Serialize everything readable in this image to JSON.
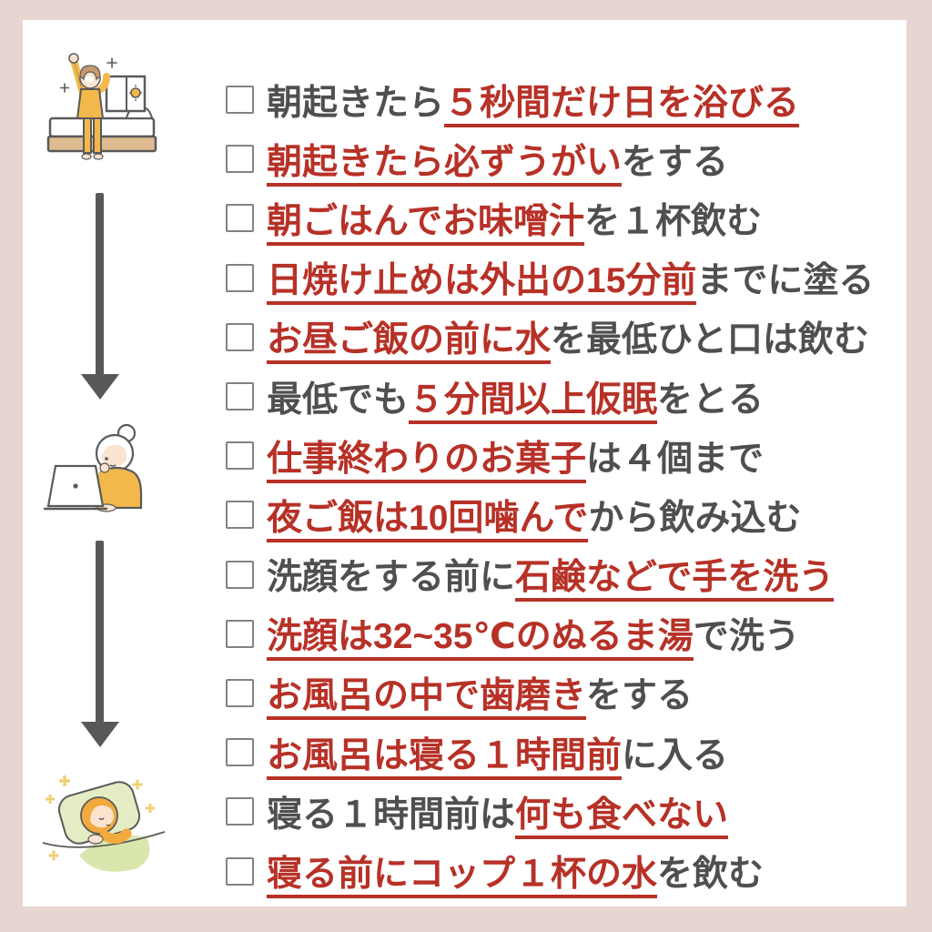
{
  "page": {
    "type": "habit-checklist-infographic",
    "language": "ja"
  },
  "colors": {
    "frame_pink": "#e7d5d1",
    "card_white": "#ffffff",
    "text_gray": "#4f4f4f",
    "highlight_red": "#b73127",
    "checkbox_border": "#828282",
    "arrow_gray": "#58585a",
    "illustration_yellow": "#f2b84b",
    "illustration_tan": "#debb90",
    "illustration_skin": "#fae3cf",
    "illustration_hair_brown": "#c69a6d",
    "illustration_hair_orange": "#f2a93d",
    "illustration_green_light": "#e3ecc3",
    "illustration_green": "#d9e6ae",
    "illustration_line": "#5a5a5a"
  },
  "timeline": {
    "illustrations": [
      {
        "name": "waking-up-illustration"
      },
      {
        "name": "working-at-laptop-illustration"
      },
      {
        "name": "sleeping-illustration"
      }
    ],
    "arrows": [
      {
        "name": "down-arrow-1"
      },
      {
        "name": "down-arrow-2"
      }
    ]
  },
  "checklist": {
    "items": [
      {
        "checked": false,
        "segments": [
          {
            "text": "朝起きたら",
            "highlight": false
          },
          {
            "text": "５秒間だけ日を浴びる",
            "highlight": true
          }
        ]
      },
      {
        "checked": false,
        "segments": [
          {
            "text": "朝起きたら必ずうがい",
            "highlight": true
          },
          {
            "text": "をする",
            "highlight": false
          }
        ]
      },
      {
        "checked": false,
        "segments": [
          {
            "text": "朝ごはんでお味噌汁",
            "highlight": true
          },
          {
            "text": "を１杯飲む",
            "highlight": false
          }
        ]
      },
      {
        "checked": false,
        "segments": [
          {
            "text": "日焼け止めは外出の15分前",
            "highlight": true
          },
          {
            "text": "までに塗る",
            "highlight": false
          }
        ]
      },
      {
        "checked": false,
        "segments": [
          {
            "text": "お昼ご飯の前に水",
            "highlight": true
          },
          {
            "text": "を最低ひと口は飲む",
            "highlight": false
          }
        ]
      },
      {
        "checked": false,
        "segments": [
          {
            "text": "最低でも",
            "highlight": false
          },
          {
            "text": "５分間以上仮眠",
            "highlight": true
          },
          {
            "text": "をとる",
            "highlight": false
          }
        ]
      },
      {
        "checked": false,
        "segments": [
          {
            "text": "仕事終わりのお菓子",
            "highlight": true
          },
          {
            "text": "は４個まで",
            "highlight": false
          }
        ]
      },
      {
        "checked": false,
        "segments": [
          {
            "text": "夜ご飯は10回噛んで",
            "highlight": true
          },
          {
            "text": "から飲み込む",
            "highlight": false
          }
        ]
      },
      {
        "checked": false,
        "segments": [
          {
            "text": "洗顔をする前に",
            "highlight": false
          },
          {
            "text": "石鹸などで手を洗う",
            "highlight": true
          }
        ]
      },
      {
        "checked": false,
        "segments": [
          {
            "text": "洗顔は32~35℃のぬるま湯",
            "highlight": true
          },
          {
            "text": "で洗う",
            "highlight": false
          }
        ]
      },
      {
        "checked": false,
        "segments": [
          {
            "text": "お風呂の中で歯磨き",
            "highlight": true
          },
          {
            "text": "をする",
            "highlight": false
          }
        ]
      },
      {
        "checked": false,
        "segments": [
          {
            "text": "お風呂は寝る１時間前",
            "highlight": true
          },
          {
            "text": "に入る",
            "highlight": false
          }
        ]
      },
      {
        "checked": false,
        "segments": [
          {
            "text": "寝る１時間前は",
            "highlight": false
          },
          {
            "text": "何も食べない",
            "highlight": true
          }
        ]
      },
      {
        "checked": false,
        "segments": [
          {
            "text": "寝る前にコップ１杯の水",
            "highlight": true
          },
          {
            "text": "を飲む",
            "highlight": false
          }
        ]
      }
    ]
  }
}
